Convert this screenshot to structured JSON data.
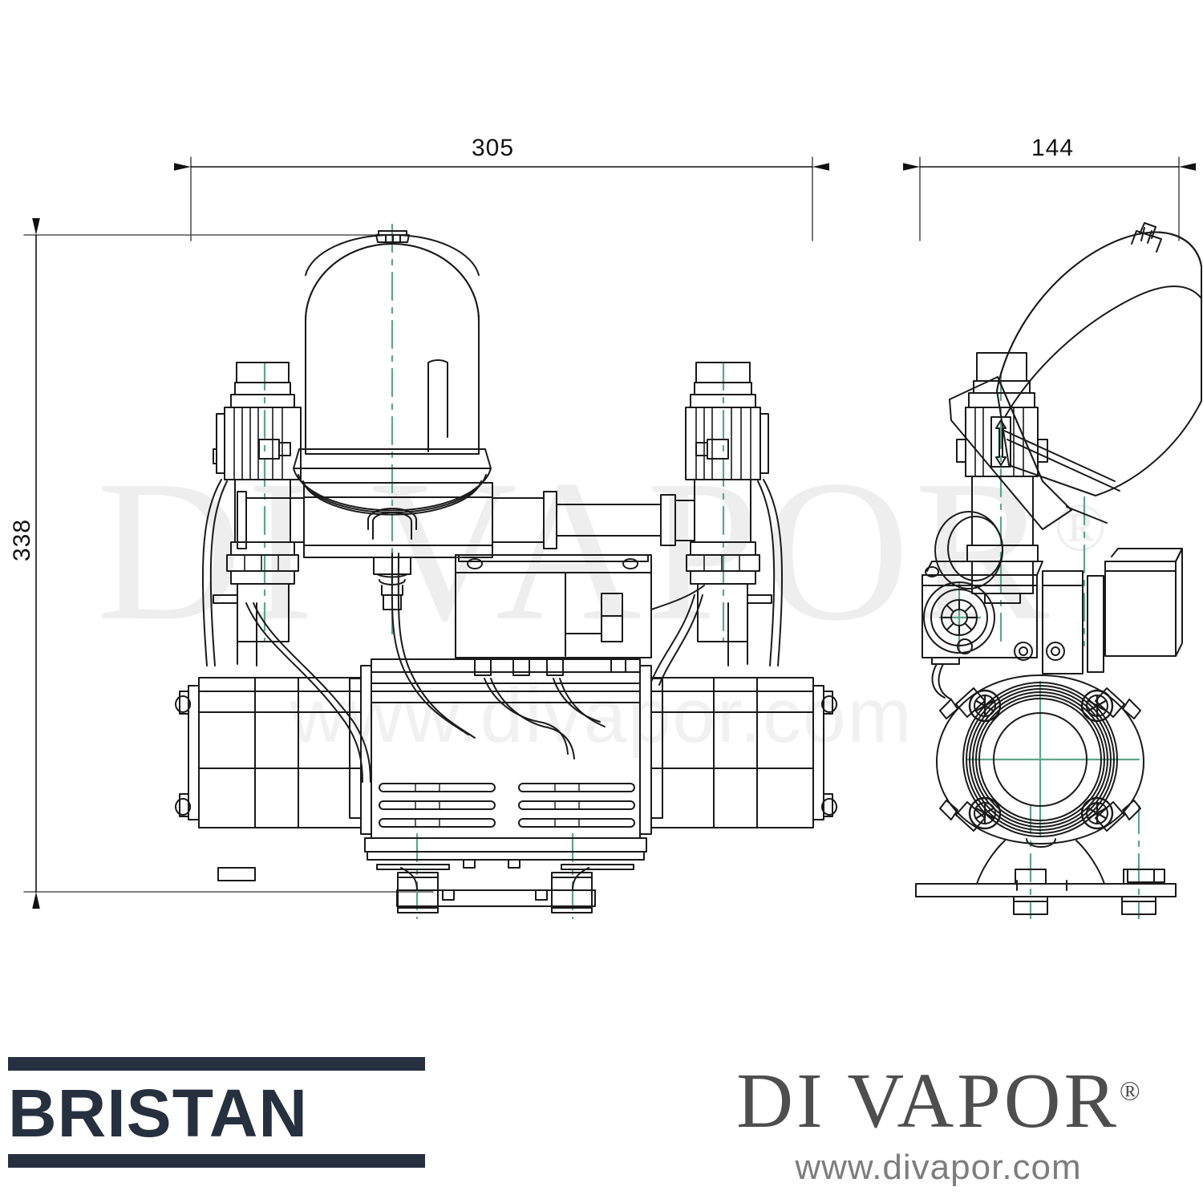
{
  "document": {
    "type": "technical-dimension-drawing",
    "subject": "Bristan twin impeller shower booster pump"
  },
  "dimensions": {
    "front_view_width": "305",
    "front_view_height": "338",
    "side_view_width": "144",
    "units_note": ""
  },
  "views": {
    "front": {
      "label": "front-elevation",
      "centerlines": 6
    },
    "side": {
      "label": "side-elevation",
      "centerlines": 5
    }
  },
  "watermark": {
    "brand": "DI VAPOR",
    "registered": "®",
    "url": "www.divapor.com"
  },
  "footer": {
    "bristan": {
      "name": "BRISTAN",
      "bar_color": "#26303f"
    },
    "divapor": {
      "name": "DI VAPOR",
      "registered": "®",
      "url": "www.divapor.com",
      "text_color": "#4e4e4e",
      "url_color": "#7d7d7d"
    }
  },
  "colors": {
    "outline": "#1a1a1a",
    "centerline": "#5da68a",
    "dimension_line": "#555555",
    "watermark": "#eeeeee",
    "background": "#ffffff"
  }
}
